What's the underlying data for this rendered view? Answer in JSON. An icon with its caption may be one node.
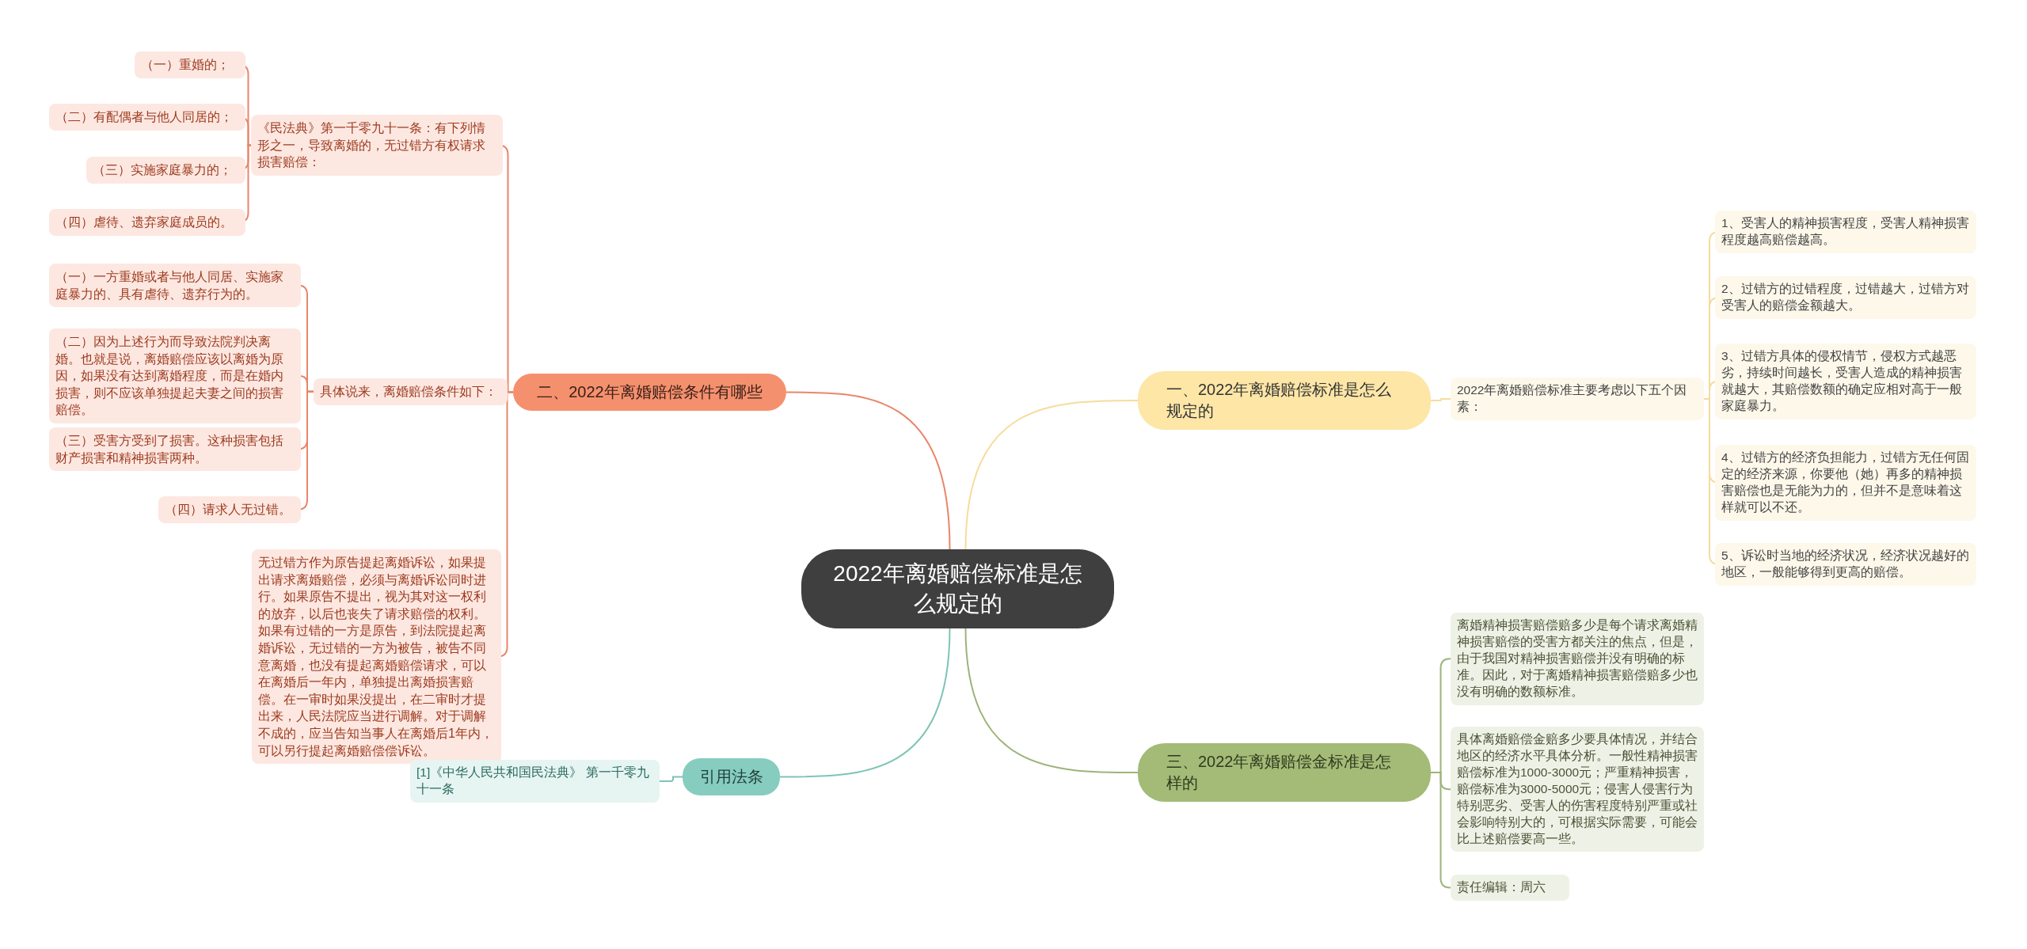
{
  "diagram": {
    "nodes": [
      {
        "text": [
          "2022年离婚赔偿标准是怎么规定的"
        ]
      },
      {
        "text": [
          "一、2022年离婚赔偿标准是怎么规定的"
        ]
      },
      {
        "text": [
          "2022年离婚赔偿标准主要考虑以下五个因素："
        ]
      },
      {
        "text": [
          "1、受害人的精神损害程度，受害人精神损害程度越高赔偿越高。"
        ]
      },
      {
        "text": [
          "2、过错方的过错程度，过错越大，过错方对受害人的赔偿金额越大。"
        ]
      },
      {
        "text": [
          "3、过错方具体的侵权情节，侵权方式越恶劣，持续时间越长，受害人造成的精神损害就越大，其赔偿数额的确定应相对高于一般家庭暴力。"
        ]
      },
      {
        "text": [
          "4、过错方的经济负担能力，过错方无任何固定的经济来源，你要他（她）再多的精神损害赔偿也是无能为力的，但并不是意味着这样就可以不还。"
        ]
      },
      {
        "text": [
          "5、诉讼时当地的经济状况，经济状况越好的地区，一般能够得到更高的赔偿。"
        ]
      },
      {
        "text": [
          "三、2022年离婚赔偿金标准是怎样的"
        ]
      },
      {
        "text": [
          "离婚精神损害赔偿赔多少是每个请求离婚精神损害赔偿的受害方都关注的焦点，但是，由于我国对精神损害赔偿并没有明确的标准。因此，对于离婚精神损害赔偿赔多少也没有明确的数额标准。"
        ]
      },
      {
        "text": [
          "具体离婚赔偿金赔多少要具体情况，并结合地区的经济水平具体分析。一般性精神损害赔偿标准为1000-3000元；严重精神损害，赔偿标准为3000-5000元；侵害人侵害行为特别恶劣、受害人的伤害程度特别严重或社会影响特别大的，可根据实际需要，可能会比上述赔偿要高一些。"
        ]
      },
      {
        "text": [
          "责任编辑：周六"
        ]
      },
      {
        "text": [
          "二、2022年离婚赔偿条件有哪些"
        ]
      },
      {
        "text": [
          "《民法典》第一千零九十一条：有下列情形之一，导致离婚的，无过错方有权请求损害赔偿："
        ]
      },
      {
        "text": [
          "（一）重婚的；"
        ]
      },
      {
        "text": [
          "（二）有配偶者与他人同居的；"
        ]
      },
      {
        "text": [
          "（三）实施家庭暴力的；"
        ]
      },
      {
        "text": [
          "（四）虐待、遗弃家庭成员的。"
        ]
      },
      {
        "text": [
          "具体说来，离婚赔偿条件如下："
        ]
      },
      {
        "text": [
          "（一）一方重婚或者与他人同居、实施家庭暴力的、具有虐待、遗弃行为的。"
        ]
      },
      {
        "text": [
          "（二）因为上述行为而导致法院判决离婚。也就是说，离婚赔偿应该以离婚为原因，如果没有达到离婚程度，而是在婚内损害，则不应该单独提起夫妻之间的损害赔偿。"
        ]
      },
      {
        "text": [
          "（三）受害方受到了损害。这种损害包括财产损害和精神损害两种。"
        ]
      },
      {
        "text": [
          "（四）请求人无过错。"
        ]
      },
      {
        "text": [
          "无过错方作为原告提起离婚诉讼，如果提出请求离婚赔偿，必须与离婚诉讼同时进行。如果原告不提出，视为其对这一权利的放弃，以后也丧失了请求赔偿的权利。如果有过错的一方是原告，到法院提起离婚诉讼，无过错的一方为被告，被告不同意离婚，也没有提起离婚赔偿请求，可以在离婚后一年内，单独提出离婚损害赔偿。在一审时如果没提出，在二审时才提出来，人民法院应当进行调解。对于调解不成的，应当告知当事人在离婚后1年内，可以另行提起离婚赔偿偿诉讼。"
        ]
      },
      {
        "text": [
          "引用法条"
        ]
      },
      {
        "text": [
          "[1]《中华人民共和国民法典》 第一千零九十一条"
        ]
      }
    ],
    "edges": [
      {
        "from": 0,
        "to": 1,
        "arrow": "none",
        "color": "#f6dc9c"
      },
      {
        "from": 1,
        "to": 2,
        "arrow": "none",
        "color": "#f6dc9c"
      },
      {
        "from": 2,
        "to": 3,
        "arrow": "none",
        "color": "#f6dc9c"
      },
      {
        "from": 2,
        "to": 4,
        "arrow": "none",
        "color": "#f6dc9c"
      },
      {
        "from": 2,
        "to": 5,
        "arrow": "none",
        "color": "#f6dc9c"
      },
      {
        "from": 2,
        "to": 6,
        "arrow": "none",
        "color": "#f6dc9c"
      },
      {
        "from": 2,
        "to": 7,
        "arrow": "none",
        "color": "#f6dc9c"
      },
      {
        "from": 0,
        "to": 8,
        "arrow": "none",
        "color": "#9db47a"
      },
      {
        "from": 8,
        "to": 9,
        "arrow": "none",
        "color": "#9db47a"
      },
      {
        "from": 8,
        "to": 10,
        "arrow": "none",
        "color": "#9db47a"
      },
      {
        "from": 8,
        "to": 11,
        "arrow": "none",
        "color": "#9db47a"
      },
      {
        "from": 0,
        "to": 12,
        "arrow": "none",
        "color": "#e8866a"
      },
      {
        "from": 12,
        "to": 13,
        "arrow": "none",
        "color": "#e8866a"
      },
      {
        "from": 13,
        "to": 14,
        "arrow": "none",
        "color": "#e8866a"
      },
      {
        "from": 13,
        "to": 15,
        "arrow": "none",
        "color": "#e8866a"
      },
      {
        "from": 13,
        "to": 16,
        "arrow": "none",
        "color": "#e8866a"
      },
      {
        "from": 13,
        "to": 17,
        "arrow": "none",
        "color": "#e8866a"
      },
      {
        "from": 12,
        "to": 18,
        "arrow": "none",
        "color": "#e8866a"
      },
      {
        "from": 18,
        "to": 19,
        "arrow": "none",
        "color": "#e8866a"
      },
      {
        "from": 18,
        "to": 20,
        "arrow": "none",
        "color": "#e8866a"
      },
      {
        "from": 18,
        "to": 21,
        "arrow": "none",
        "color": "#e8866a"
      },
      {
        "from": 18,
        "to": 22,
        "arrow": "none",
        "color": "#e8866a"
      },
      {
        "from": 12,
        "to": 23,
        "arrow": "none",
        "color": "#e8866a"
      },
      {
        "from": 0,
        "to": 24,
        "arrow": "none",
        "color": "#7ec4b6"
      },
      {
        "from": 24,
        "to": 25,
        "arrow": "none",
        "color": "#7ec4b6"
      }
    ]
  }
}
